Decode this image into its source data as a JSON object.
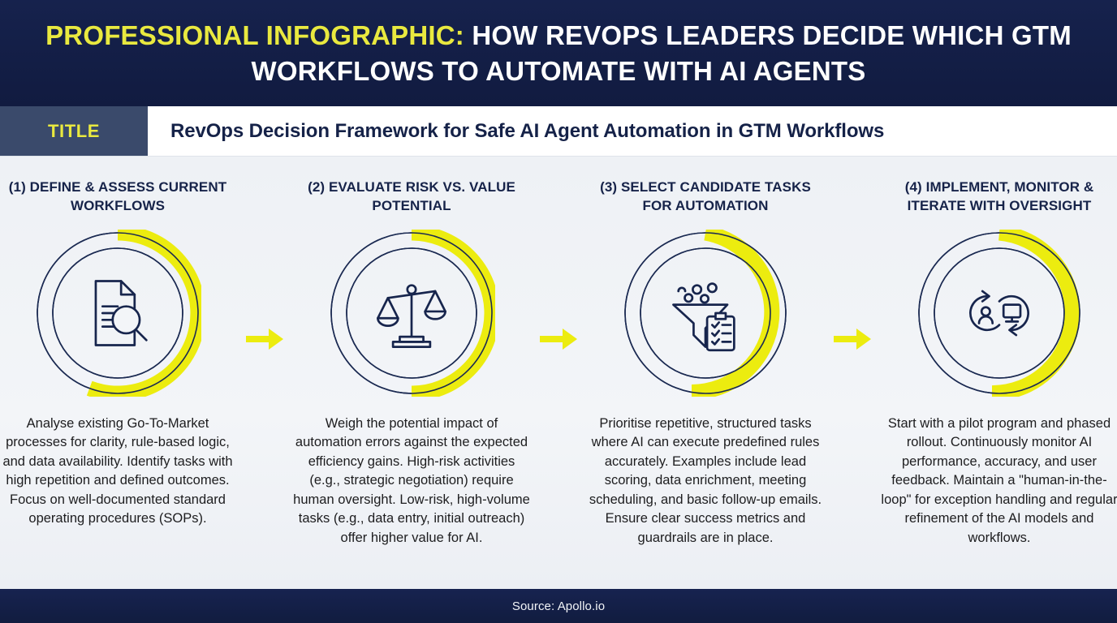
{
  "header": {
    "accent_text": "PROFESSIONAL INFOGRAPHIC:",
    "rest_text": " HOW REVOPS LEADERS DECIDE WHICH GTM WORKFLOWS TO AUTOMATE WITH AI AGENTS",
    "background_color": "#14204a",
    "accent_color": "#e9e93f"
  },
  "title_bar": {
    "badge_label": "TITLE",
    "badge_color": "#3a4a6b",
    "title": "RevOps Decision Framework for Safe AI Agent Automation in GTM Workflows",
    "title_color": "#152248"
  },
  "palette": {
    "navy": "#152248",
    "yellow": "#ecec0f",
    "header_yellow": "#e9e93f",
    "background": "#eef1f5",
    "body_text": "#1d1d1f"
  },
  "steps": [
    {
      "heading": "(1) DEFINE & ASSESS CURRENT WORKFLOWS",
      "icon": "document-magnifier-icon",
      "body": "Analyse existing Go-To-Market processes for clarity, rule-based logic, and data availability. Identify tasks with high repetition and defined outcomes. Focus on well-documented standard operating procedures (SOPs)."
    },
    {
      "heading": "(2) EVALUATE RISK VS. VALUE POTENTIAL",
      "icon": "balance-scale-icon",
      "body": "Weigh the potential impact of automation errors against the expected efficiency gains. High-risk activities (e.g., strategic negotiation) require human oversight. Low-risk, high-volume tasks (e.g., data entry, initial outreach) offer higher value for AI."
    },
    {
      "heading": "(3) SELECT CANDIDATE TASKS FOR AUTOMATION",
      "icon": "funnel-checklist-icon",
      "body": "Prioritise repetitive, structured tasks where AI can execute predefined rules accurately. Examples include lead scoring, data enrichment, meeting scheduling, and basic follow-up emails. Ensure clear success metrics and guardrails are in place."
    },
    {
      "heading": "(4) IMPLEMENT, MONITOR & ITERATE WITH OVERSIGHT",
      "icon": "human-in-the-loop-cycle-icon",
      "body": "Start with a pilot program and phased rollout. Continuously monitor AI performance, accuracy, and user feedback. Maintain a \"human-in-the-loop\" for exception handling and regular refinement of the AI models and workflows."
    }
  ],
  "arrows": {
    "count": 3,
    "icon": "arrow-right-icon",
    "color": "#ecec0f"
  },
  "footer": {
    "source_text": "Source: Apollo.io",
    "background_color": "#14204a"
  }
}
